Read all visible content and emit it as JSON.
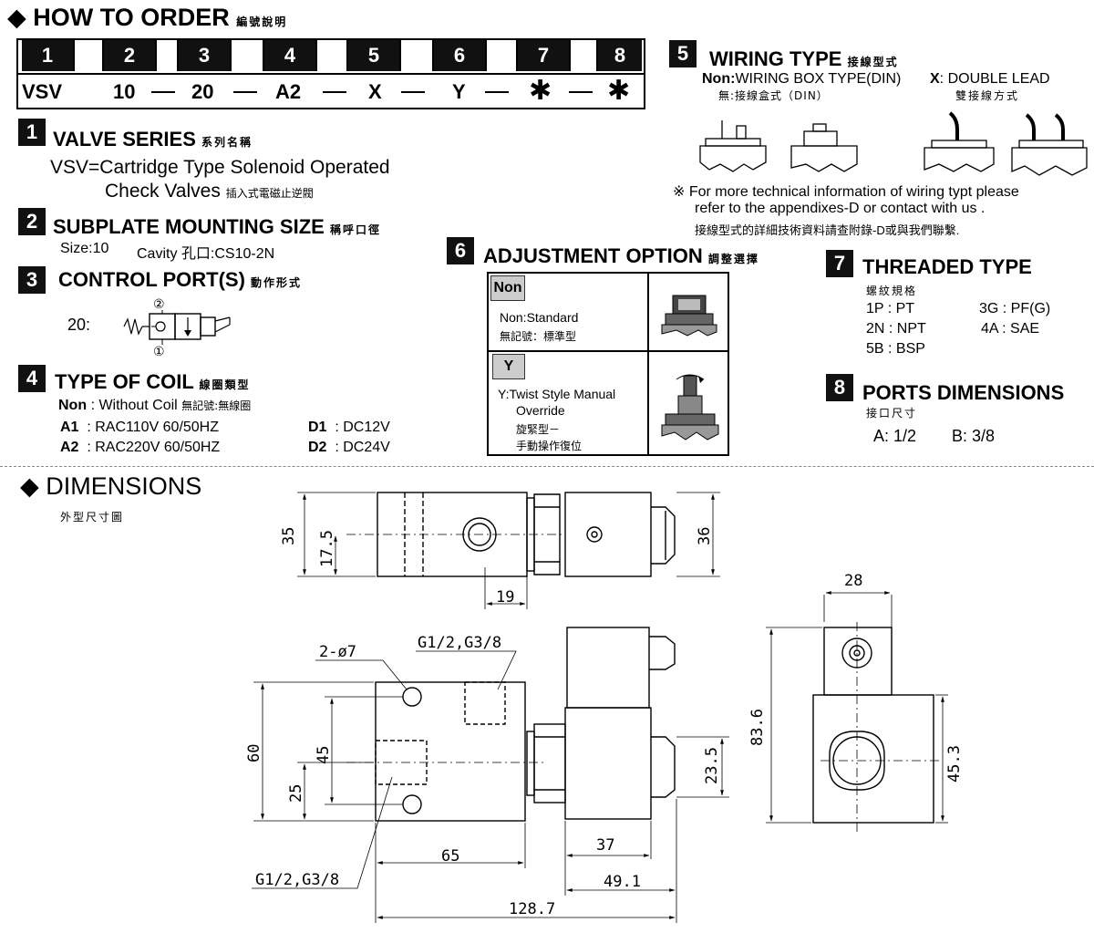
{
  "how_to_order": {
    "title": "HOW TO  ORDER",
    "title_cn": "編號說明"
  },
  "code_table": {
    "positions": [
      "1",
      "2",
      "3",
      "4",
      "5",
      "6",
      "7",
      "8"
    ],
    "codes": [
      "VSV",
      "10",
      "20",
      "A2",
      "X",
      "Y",
      "✱",
      "✱"
    ]
  },
  "valve_series": {
    "num": "1",
    "title": "VALVE SERIES",
    "title_cn": "系列名稱",
    "line1": "VSV=Cartridge Type Solenoid Operated",
    "line2": "Check Valves",
    "line2_cn": "插入式電磁止逆閥"
  },
  "subplate": {
    "num": "2",
    "title": "SUBPLATE MOUNTING SIZE",
    "title_cn": "稱呼口徑",
    "size": "Size:10",
    "cavity": "Cavity 孔口:CS10-2N"
  },
  "control_port": {
    "num": "3",
    "title": "CONTROL PORT(S)",
    "title_cn": "動作形式",
    "code": "20:",
    "port_top": "②",
    "port_bottom": "①"
  },
  "coil": {
    "num": "4",
    "title": "TYPE OF COIL",
    "title_cn": "線圈類型",
    "non_code": "Non",
    "non_text": ": Without Coil",
    "non_cn": "無記號:無線圈",
    "items": [
      {
        "code": "A1",
        "text": ": RAC110V  60/50HZ"
      },
      {
        "code": "A2",
        "text": ": RAC220V  60/50HZ"
      },
      {
        "code": "D1",
        "text": ": DC12V"
      },
      {
        "code": "D2",
        "text": ": DC24V"
      }
    ]
  },
  "wiring": {
    "num": "5",
    "title": "WIRING TYPE",
    "title_cn": "接線型式",
    "non_code": "Non:",
    "non_text": "WIRING BOX TYPE(DIN)",
    "non_cn": "無:接線盒式（DIN）",
    "x_code": "X",
    "x_text": ": DOUBLE LEAD",
    "x_cn": "雙接線方式",
    "note1": "※ For more technical information of wiring typt  please",
    "note2": "refer to the appendixes-D or contact with us .",
    "note3": "接線型式的詳細技術資料請查附錄-D或與我們聯繫."
  },
  "adjustment": {
    "num": "6",
    "title": "ADJUSTMENT OPTION",
    "title_cn": "調整選擇",
    "rows": [
      {
        "tag": "Non",
        "line1": "Non:Standard",
        "line2": "無記號：標準型"
      },
      {
        "tag": "Y",
        "line1": "Y:Twist Style Manual",
        "line1b": "Override",
        "line2": "旋緊型－",
        "line3": "手動操作復位"
      }
    ]
  },
  "threaded": {
    "num": "7",
    "title": "THREADED TYPE",
    "title_cn": "螺紋規格",
    "items": [
      "1P : PT",
      "2N : NPT",
      "5B : BSP",
      "3G : PF(G)",
      "4A : SAE"
    ]
  },
  "ports": {
    "num": "8",
    "title": "PORTS DIMENSIONS",
    "title_cn": "接口尺寸",
    "a": "A: 1/2",
    "b": "B: 3/8"
  },
  "dimensions": {
    "title": "DIMENSIONS",
    "title_cn": "外型尺寸圖",
    "labels": {
      "d35": "35",
      "d17_5": "17.5",
      "d19": "19",
      "d36": "36",
      "d28": "28",
      "d83_6": "83.6",
      "d45_3": "45.3",
      "d60": "60",
      "d45": "45",
      "d25": "25",
      "d65": "65",
      "d37": "37",
      "d49_1": "49.1",
      "d128_7": "128.7",
      "d23_5": "23.5",
      "holes": "2-ø7",
      "thread_top": "G1/2,G3/8",
      "thread_bottom": "G1/2,G3/8"
    }
  }
}
